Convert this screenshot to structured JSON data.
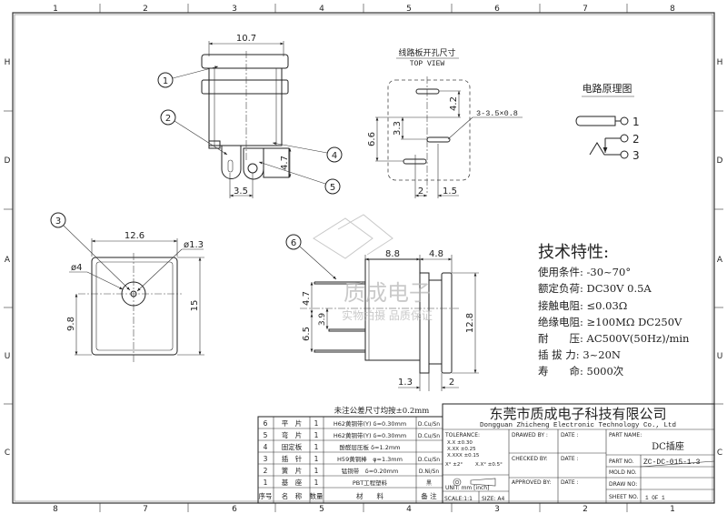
{
  "frame": {
    "top_zones": [
      "1",
      "2",
      "3",
      "4",
      "5",
      "6",
      "7",
      "8"
    ],
    "bottom_zones": [
      "8",
      "7",
      "6",
      "5",
      "4",
      "3",
      "2",
      "1"
    ],
    "side_zones": [
      "H",
      "D",
      "A",
      "U",
      "C"
    ]
  },
  "side_view": {
    "dims": {
      "width": "10.7",
      "height": "4.7",
      "pitch": "3.5"
    },
    "balloons": [
      "1",
      "2",
      "4",
      "5"
    ]
  },
  "top_view": {
    "title": "线路板开孔尺寸",
    "subtitle": "TOP VIEW",
    "dims": {
      "d42": "4.2",
      "d33": "3.3",
      "d66": "6.6",
      "d2": "2",
      "d15": "1.5"
    },
    "hole_note": "3-3.5×0.8"
  },
  "circuit": {
    "title": "电路原理图",
    "pins": [
      "1",
      "2",
      "3"
    ]
  },
  "front_view": {
    "dims": {
      "width": "12.6",
      "hole": "ø1.3",
      "bore": "ø4",
      "height": "15",
      "center": "9.8"
    },
    "balloon": "3"
  },
  "profile_view": {
    "dims": {
      "d88": "8.8",
      "d48": "4.8",
      "d47": "4.7",
      "d39": "3.9",
      "d65": "6.5",
      "d128": "12.8",
      "d13": "1.3",
      "d2": "2"
    },
    "balloon": "6"
  },
  "watermark": {
    "brand": "质成电子",
    "slogan": "实物拍摄 品质保证"
  },
  "specs": {
    "title": "技术特性:",
    "lines": [
      "使用条件: -30~70°",
      "额定负荷: DC30V 0.5A",
      "接触电阻: ≤0.03Ω",
      "绝缘电阻: ≥100MΩ DC250V",
      "耐　　压: AC500V(50Hz)/min",
      "插 拔 力: 3~20N",
      "寿　　命: 5000次"
    ]
  },
  "bom": {
    "note": "未注公差尺寸均按±0.2mm",
    "rows": [
      {
        "no": "6",
        "name": "平　片",
        "qty": "1",
        "material": "H62黄铜带(Y) δ=0.30mm",
        "remark": "D.Cu/Sn"
      },
      {
        "no": "5",
        "name": "弯　片",
        "qty": "1",
        "material": "H62黄铜带(Y) δ=0.30mm",
        "remark": "D.Cu/Sn"
      },
      {
        "no": "4",
        "name": "固定板",
        "qty": "1",
        "material": "酚醛层压板 δ=1.2mm",
        "remark": ""
      },
      {
        "no": "3",
        "name": "插　针",
        "qty": "1",
        "material": "H59黄铜棒　φ=1.3mm",
        "remark": "D.Cu/Sn"
      },
      {
        "no": "2",
        "name": "簧　片",
        "qty": "1",
        "material": "锰铜带　δ=0.20mm",
        "remark": "D.Ni/Sn"
      },
      {
        "no": "1",
        "name": "基　座",
        "qty": "1",
        "material": "PBT工程塑料",
        "remark": "黑"
      }
    ],
    "header": {
      "no": "序号",
      "name": "名　称",
      "qty": "数量",
      "material": "材　　料",
      "remark": "备 注"
    }
  },
  "title_block": {
    "company_cn": "东莞市质成电子科技有限公司",
    "company_en": "Dongguan Zhicheng Electronic Technology Co., Ltd",
    "tolerance_label": "TOLERANCE:",
    "tolerances": [
      "X.X    ±0.30",
      "X.XX   ±0.25",
      "X.XXX  ±0.15"
    ],
    "angle_tol": [
      "X° ±2°",
      "X.X° ±0.5°"
    ],
    "unit": "UNIT: mm [inch]",
    "scale": "SCALE:1:1",
    "size": "SIZE: A4",
    "drawed_by": "DRAWED BY :",
    "checked_by": "CHECKED BY:",
    "approved_by": "APPROVED BY:",
    "date": "DATE :",
    "part_name_label": "PART NAME:",
    "part_name": "DC插座",
    "part_no_label": "PART NO.",
    "part_no": "ZC-DC-015-1.3",
    "mold_no_label": "MOLD NO.",
    "draw_no_label": "DRAW NO:",
    "sheet_no_label": "SHEET NO.",
    "sheet_no": "1 OF 1"
  }
}
